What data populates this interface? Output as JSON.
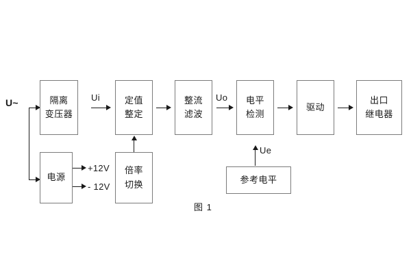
{
  "figure": {
    "caption": "图 1",
    "background_color": "#ffffff",
    "box_border_color": "#7b7b7b",
    "line_color": "#1a1a1a"
  },
  "signals": {
    "input": "U~",
    "ui": "Ui",
    "uo": "Uo",
    "ue": "Ue",
    "supply_pos": "+12V",
    "supply_neg": "- 12V"
  },
  "blocks": {
    "isolation_transformer": {
      "line1": "隔离",
      "line2": "变压器"
    },
    "setting_value": {
      "line1": "定值",
      "line2": "整定"
    },
    "rectify_filter": {
      "line1": "整流",
      "line2": "滤波"
    },
    "level_detect": {
      "line1": "电平",
      "line2": "检测"
    },
    "drive": {
      "line1": "驱动"
    },
    "output_relay": {
      "line1": "出口",
      "line2": "继电器"
    },
    "power_supply": {
      "line1": "电源"
    },
    "multiplier_switch": {
      "line1": "倍率",
      "line2": "切换"
    },
    "reference_level": {
      "line1": "参考电平"
    }
  }
}
